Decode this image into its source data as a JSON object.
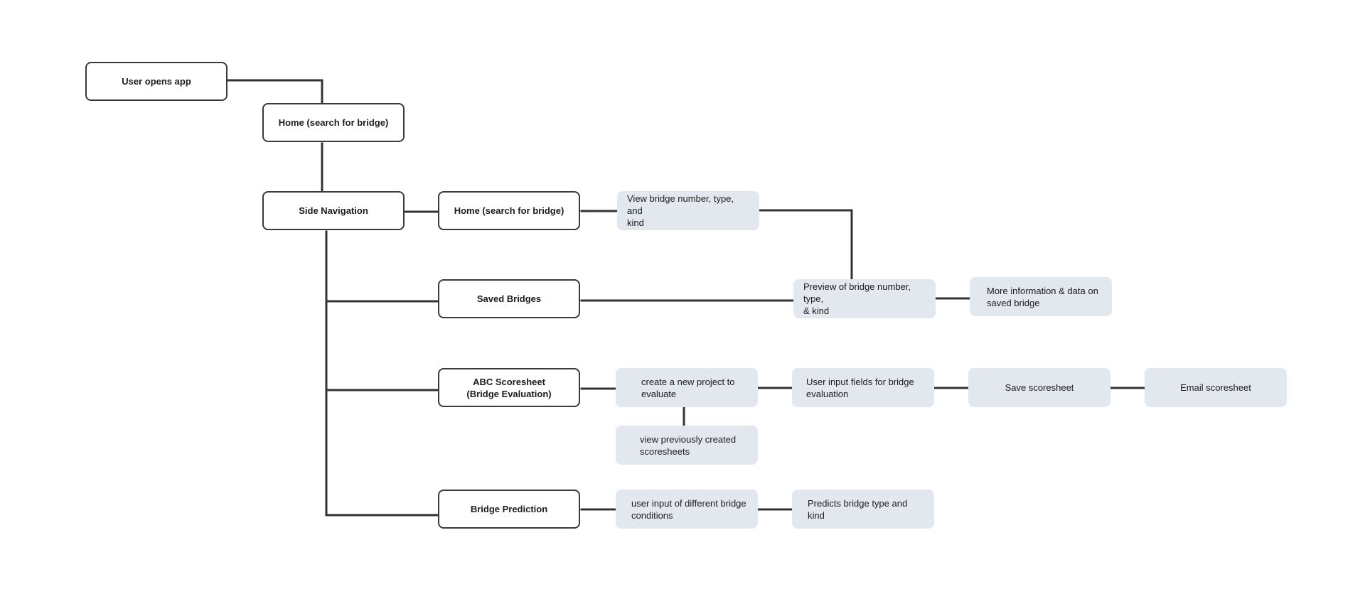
{
  "diagram": {
    "line_color": "#333333",
    "screen_fill": "#ffffff",
    "screen_border": "#3a3a3a",
    "feature_fill": "#e3e7ee",
    "nodes": {
      "user_opens_app": "User opens app",
      "home_top": "Home (search for bridge)",
      "side_navigation": "Side Navigation",
      "home_nav": "Home (search for bridge)",
      "view_bridge": "View bridge number, type, and\nkind",
      "saved_bridges": "Saved Bridges",
      "preview_bridge": "Preview of bridge number, type,\n& kind",
      "more_info": "More information & data on\nsaved bridge",
      "abc_scoresheet": "ABC Scoresheet\n(Bridge Evaluation)",
      "create_project": "create a new project to\nevaluate",
      "user_input_fields": "User input fields for bridge\nevaluation",
      "save_scoresheet": "Save scoresheet",
      "email_scoresheet": "Email scoresheet",
      "view_previous": "view previously created\nscoresheets",
      "bridge_prediction": "Bridge Prediction",
      "user_input_conditions": "user input of different bridge\nconditions",
      "predicts_bridge": "Predicts bridge type and kind"
    }
  }
}
